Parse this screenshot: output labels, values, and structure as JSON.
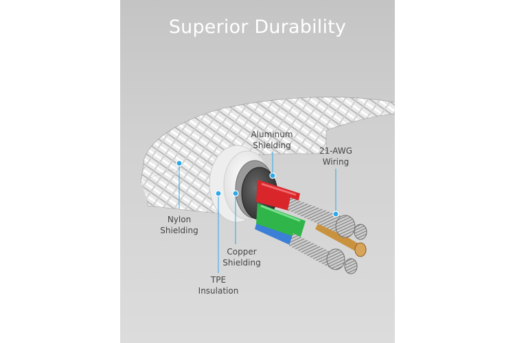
{
  "title": "Superior Durability",
  "labels": {
    "aluminum": {
      "line1": "Aluminum",
      "line2": "Shielding"
    },
    "wiring": {
      "line1": "21-AWG",
      "line2": "Wiring"
    },
    "nylon": {
      "line1": "Nylon",
      "line2": "Shielding"
    },
    "copper": {
      "line1": "Copper",
      "line2": "Shielding"
    },
    "tpe": {
      "line1": "TPE",
      "line2": "Insulation"
    }
  },
  "colors": {
    "callout_dot": "#2aa8e8",
    "wire_red": "#d8262b",
    "wire_green": "#2fb54a",
    "wire_blue": "#3b7fd6",
    "wire_copper": "#c9923e",
    "tpe_white": "#f6f6f6",
    "copper_shield_grey": "#8e8e8e",
    "aluminum_dark": "#3a3a3a"
  }
}
